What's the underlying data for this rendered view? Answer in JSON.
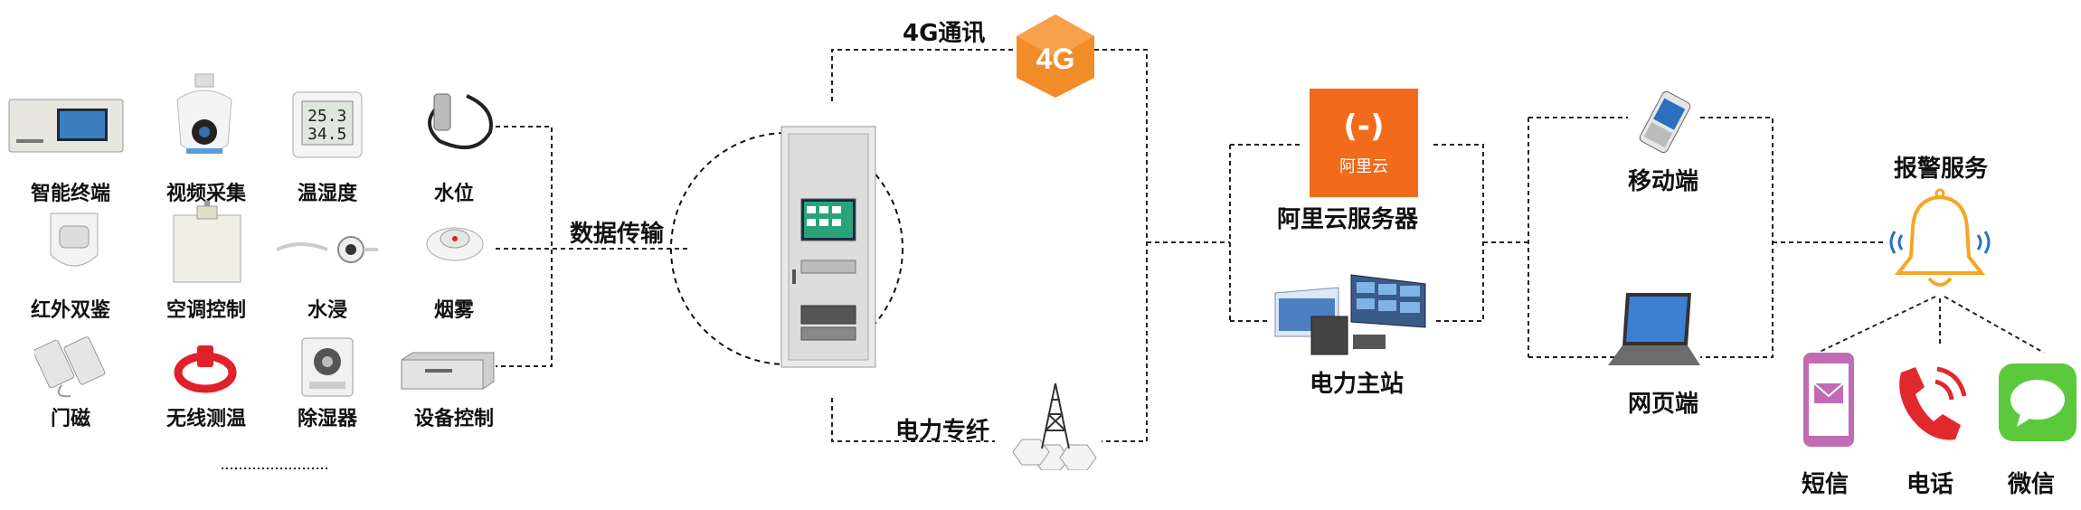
{
  "devices": [
    {
      "label": "智能终端",
      "icon": "smart-terminal-icon"
    },
    {
      "label": "视频采集",
      "icon": "video-camera-icon"
    },
    {
      "label": "温湿度",
      "icon": "thermo-hygrometer-icon"
    },
    {
      "label": "水位",
      "icon": "water-level-sensor-icon"
    },
    {
      "label": "红外双鉴",
      "icon": "infrared-detector-icon"
    },
    {
      "label": "空调控制",
      "icon": "ac-controller-icon"
    },
    {
      "label": "水浸",
      "icon": "water-leak-sensor-icon"
    },
    {
      "label": "烟雾",
      "icon": "smoke-detector-icon"
    },
    {
      "label": "门磁",
      "icon": "door-magnet-icon"
    },
    {
      "label": "无线测温",
      "icon": "wireless-temp-icon"
    },
    {
      "label": "除湿器",
      "icon": "dehumidifier-icon"
    },
    {
      "label": "设备控制",
      "icon": "device-controller-icon"
    }
  ],
  "links": {
    "data_transfer": "数据传输",
    "comm_4g": "4G通讯",
    "badge_4g": "4G",
    "power_line": "电力专纤"
  },
  "servers": {
    "aliyun_logo_text": "阿里云",
    "aliyun_logo_symbol": "(-)",
    "aliyun_label": "阿里云服务器",
    "master_label": "电力主站"
  },
  "clients": {
    "mobile": "移动端",
    "web": "网页端"
  },
  "alarm": {
    "title": "报警服务",
    "sms": "短信",
    "phone": "电话",
    "wechat": "微信"
  },
  "colors": {
    "orange": "#F28C28",
    "aliyun": "#F26A1B",
    "sms_pink": "#C06BB3",
    "phone_red": "#E0282E",
    "wechat_green": "#5CC93D",
    "bell": "#F5A623",
    "wave_blue": "#1E73C8"
  }
}
